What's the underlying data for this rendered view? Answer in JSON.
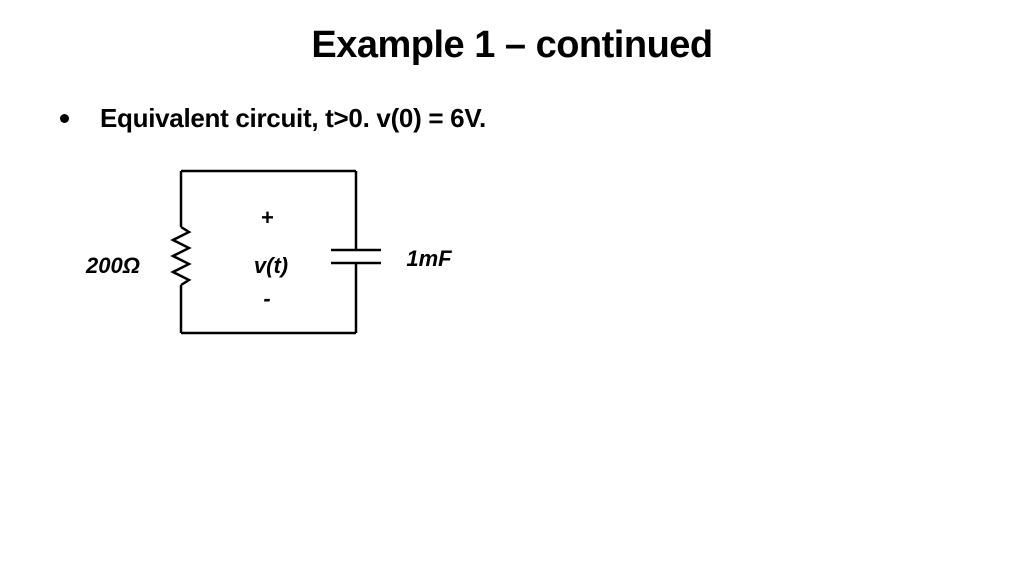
{
  "slide": {
    "title": "Example 1 – continued",
    "bullet": "Equivalent circuit, t>0.  v(0) = 6V."
  },
  "circuit": {
    "resistor_label": "200Ω",
    "capacitor_label": "1mF",
    "voltage_label": "v(t)",
    "plus_sign": "+",
    "minus_sign": "-"
  }
}
